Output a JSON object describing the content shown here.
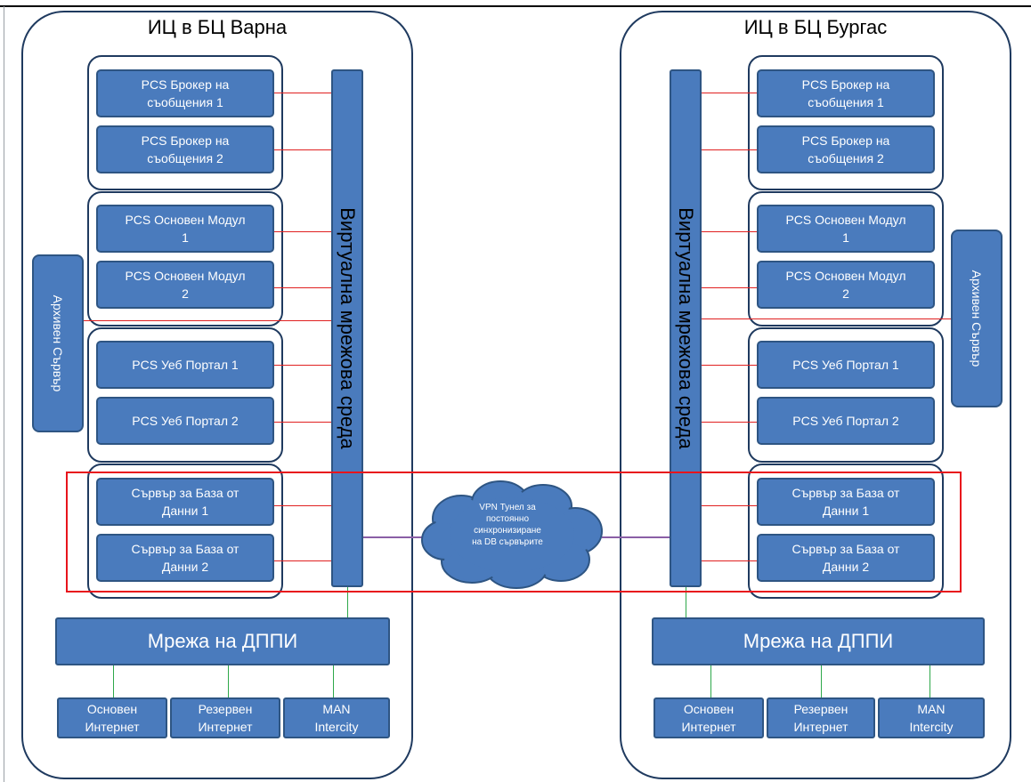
{
  "left": {
    "title": "ИЦ в БЦ Варна",
    "brokers": [
      "PCS Брокер на\nсъобщения 1",
      "PCS Брокер на\nсъобщения 2"
    ],
    "modules": [
      "PCS Основен Модул\n1",
      "PCS Основен Модул\n2"
    ],
    "portals": [
      "PCS Уеб Портал 1",
      "PCS Уеб Портал 2"
    ],
    "dbs": [
      "Сървър за База от\nДанни 1",
      "Сървър за База от\nДанни 2"
    ],
    "virtual_net": "Виртуална мрежова среда",
    "archive": "Архивен Сървър",
    "network": "Мрежа на ДППИ",
    "externals": [
      "Основен\nИнтернет",
      "Резервен\nИнтернет",
      "MAN\nIntercity"
    ]
  },
  "right": {
    "title": "ИЦ в БЦ Бургас",
    "brokers": [
      "PCS Брокер на\nсъобщения 1",
      "PCS Брокер на\nсъобщения 2"
    ],
    "modules": [
      "PCS Основен Модул\n1",
      "PCS Основен Модул\n2"
    ],
    "portals": [
      "PCS Уеб Портал 1",
      "PCS Уеб Портал 2"
    ],
    "dbs": [
      "Сървър за База от\nДанни 1",
      "Сървър за База от\nДанни 2"
    ],
    "virtual_net": "Виртуална мрежова среда",
    "archive": "Архивен Сървър",
    "network": "Мрежа на ДППИ",
    "externals": [
      "Основен\nИнтернет",
      "Резервен\nИнтернет",
      "MAN\nIntercity"
    ]
  },
  "vpn": {
    "label": "VPN Тунел за\nпостоянно\nсинхронизиране\nна DB сървърите"
  },
  "colors": {
    "box_fill": "#4a7bbd",
    "box_border": "#2e5583",
    "group_border": "#1f3a5f",
    "link_red": "#e02020",
    "link_green": "#2ea84a",
    "link_purple": "#8a5fa6",
    "highlight_frame": "#e8141c"
  }
}
